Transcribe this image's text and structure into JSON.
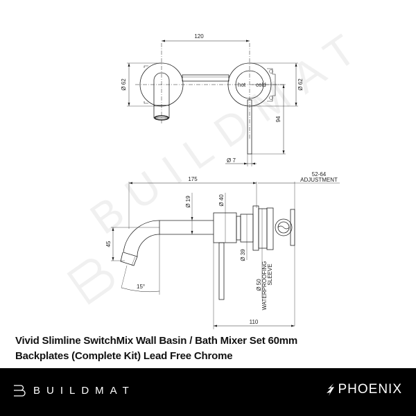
{
  "product": {
    "title_line1": "Vivid Slimline SwitchMix Wall Basin / Bath Mixer Set 60mm",
    "title_line2": "Backplates (Complete Kit) Lead Free Chrome"
  },
  "front_view": {
    "dim_centers": "120",
    "dim_left_plate": "Ø 62",
    "dim_right_plate": "Ø 62",
    "dim_lever_length": "94",
    "dim_lever_dia": "Ø 7",
    "label_hot": "hot",
    "label_cold": "cold"
  },
  "side_view": {
    "dim_length": "175",
    "dim_adjustment_range": "52-64",
    "dim_adjustment_label": "ADJUSTMENT",
    "dim_spout_dia": "Ø 19",
    "dim_body_dia": "Ø 40",
    "dim_spout_drop": "45",
    "dim_angle": "15°",
    "dim_cartridge_dia": "Ø 39",
    "dim_sleeve_dia": "Ø 50",
    "sleeve_label_1": "WATERPROOFING",
    "sleeve_label_2": "SLEEVE",
    "dim_body_depth": "110"
  },
  "watermark": "BUILDMAT",
  "footer": {
    "brand_left": "BUILDMAT",
    "brand_right": "PHOENIX",
    "background": "#000000"
  }
}
